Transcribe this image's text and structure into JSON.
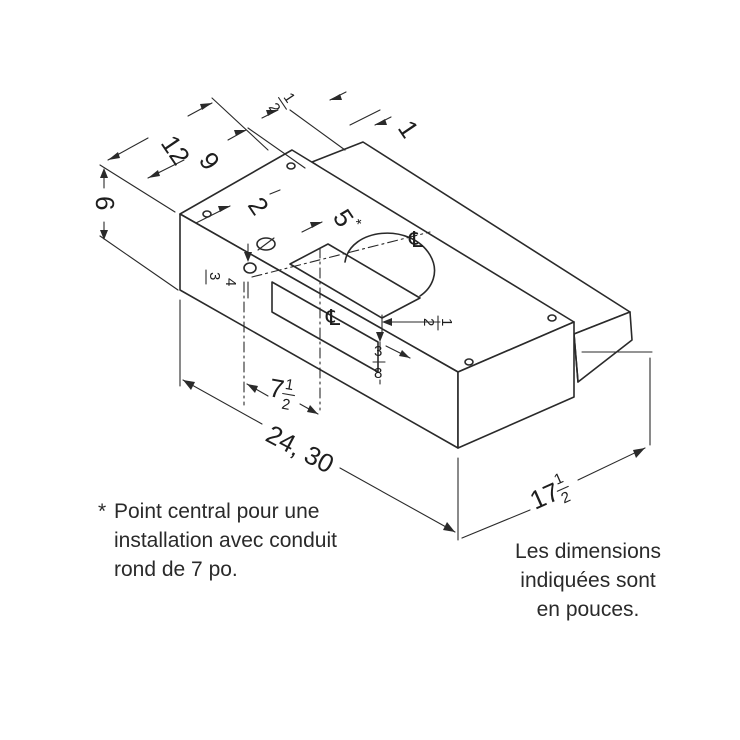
{
  "diagram": {
    "dimensions": {
      "width_options": "24, 30",
      "depth_whole": "17",
      "depth_frac_num": "1",
      "depth_frac_den": "2",
      "height": "6",
      "top_12": "12",
      "top_9": "9",
      "top_half_num": "1",
      "top_half_den": "2",
      "top_1": "1",
      "side_2": "2",
      "center_5": "5",
      "center_star": "*",
      "front_three_num": "3",
      "front_three_den": "4",
      "front_7_whole": "7",
      "front_7_num": "1",
      "front_7_den": "2",
      "front_half_num": "1",
      "front_half_den": "2",
      "front_three_eighths_num": "3",
      "front_three_eighths_den": "8"
    },
    "centerline_symbol": "℄",
    "footnote": {
      "marker": "*",
      "lines": [
        "Point central pour une",
        "installation avec conduit",
        "rond de 7 po."
      ]
    },
    "units_note": {
      "lines": [
        "Les dimensions",
        "indiquées sont",
        "en pouces."
      ]
    }
  }
}
